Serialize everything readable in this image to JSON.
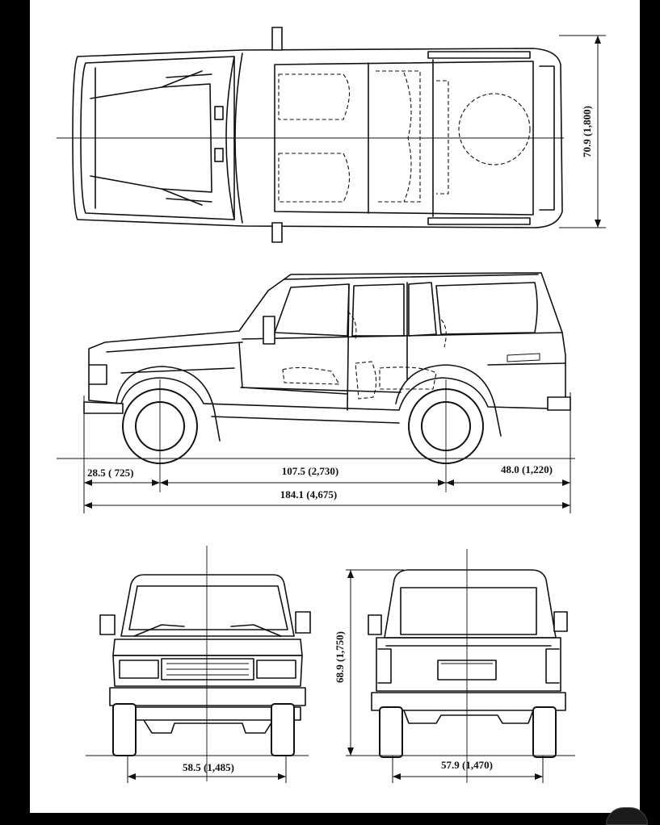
{
  "dimensions": {
    "width": "70.9 (1,800)",
    "front_overhang": "28.5 ( 725)",
    "wheelbase": "107.5 (2,730)",
    "rear_overhang": "48.0 (1,220)",
    "length": "184.1 (4,675)",
    "height": "68.9 (1,750)",
    "front_track": "58.5 (1,485)",
    "rear_track": "57.9 (1,470)"
  },
  "icons": {
    "scroll_control": "round-button-icon"
  }
}
